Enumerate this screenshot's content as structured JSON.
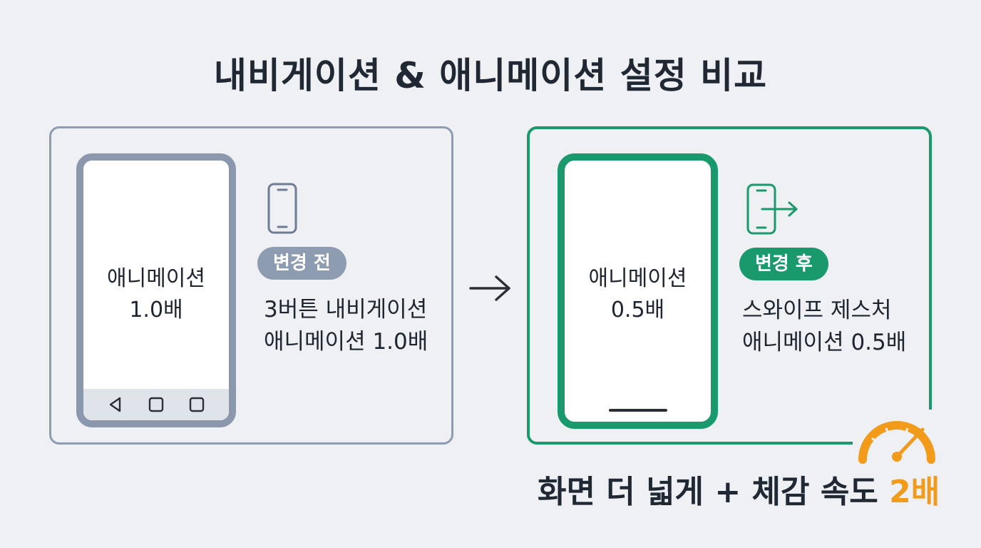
{
  "title": "내비게이션 & 애니메이션 설정 비교",
  "before": {
    "badge": "변경 전",
    "phone_line1": "애니메이션",
    "phone_line2": "1.0배",
    "desc_line1": "3버튼 내비게이션",
    "desc_line2": "애니메이션 1.0배",
    "icon": "smartphone-icon",
    "nav_icons": [
      "back-triangle-icon",
      "home-square-icon",
      "recents-square-icon"
    ]
  },
  "after": {
    "badge": "변경 후",
    "phone_line1": "애니메이션",
    "phone_line2": "0.5배",
    "desc_line1": "스와이프 제스처",
    "desc_line2": "애니메이션 0.5배",
    "icon": "smartphone-swipe-icon"
  },
  "slogan": {
    "main": "화면 더 넓게 + 체감 속도",
    "accent": "2배"
  },
  "colors": {
    "before": "#8e9cb2",
    "after": "#1a9a6c",
    "accent": "#f29a1a",
    "text": "#1f2833",
    "background": "#eef0f3"
  }
}
